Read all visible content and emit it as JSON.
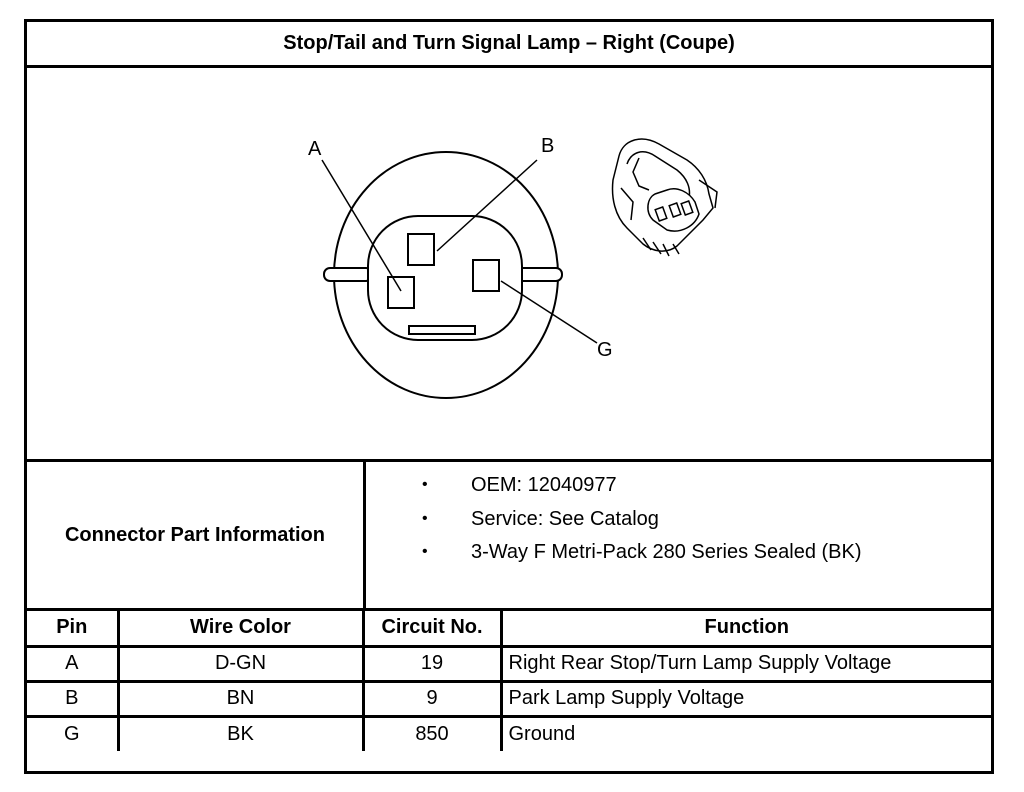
{
  "title": "Stop/Tail and Turn Signal Lamp – Right (Coupe)",
  "diagram": {
    "callouts": {
      "a": "A",
      "b": "B",
      "g": "G"
    }
  },
  "connector_info": {
    "label": "Connector Part Information",
    "bullet": "•",
    "items": [
      "OEM: 12040977",
      "Service: See Catalog",
      "3-Way F Metri-Pack 280 Series Sealed (BK)"
    ]
  },
  "pin_table": {
    "headers": {
      "pin": "Pin",
      "wire_color": "Wire Color",
      "circuit": "Circuit No.",
      "function": "Function"
    },
    "rows": [
      {
        "pin": "A",
        "wire_color": "D-GN",
        "circuit": "19",
        "function": "Right Rear Stop/Turn Lamp Supply Voltage"
      },
      {
        "pin": "B",
        "wire_color": "BN",
        "circuit": "9",
        "function": "Park Lamp Supply Voltage"
      },
      {
        "pin": "G",
        "wire_color": "BK",
        "circuit": "850",
        "function": "Ground"
      }
    ]
  }
}
